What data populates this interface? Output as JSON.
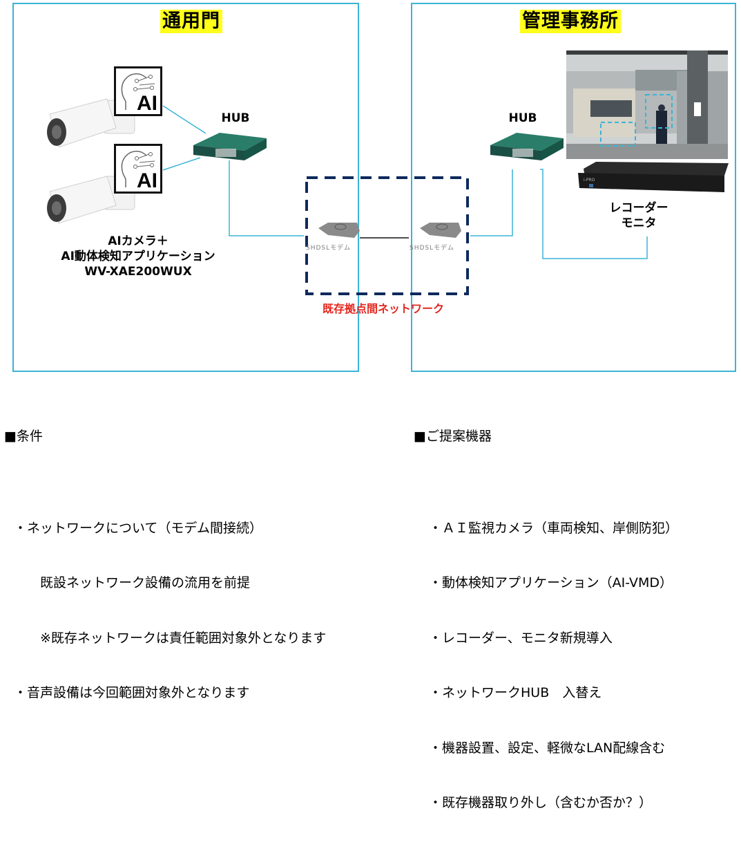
{
  "zones": {
    "left": {
      "title": "通用門"
    },
    "right": {
      "title": "管理事務所"
    }
  },
  "devices": {
    "hub_left_label": "HUB",
    "hub_right_label": "HUB",
    "ai_badge_text": "AI",
    "camera_caption": [
      "AIカメラ＋",
      "AI動体検知アプリケーション",
      "WV-XAE200WUX"
    ],
    "modem_label": "SHDSLモデム",
    "recorder_caption": [
      "レコーダー",
      "モニタ"
    ],
    "recorder_brand": "i-PRO"
  },
  "network": {
    "label": "既存拠点間ネットワーク"
  },
  "colors": {
    "zone_border": "#3ab4d6",
    "title_highlight": "#ffff1a",
    "network_label": "#e3271f",
    "network_box": "#0d2a5c",
    "hub_body": "#1f6b5a"
  },
  "conditions": {
    "heading": "■条件",
    "lines": [
      "・ネットワークについて（モデム間接続）",
      "　　既設ネットワーク設備の流用を前提",
      "　　※既存ネットワークは責任範囲対象外となります",
      "・音声設備は今回範囲対象外となります"
    ]
  },
  "proposal": {
    "heading": "■ご提案機器",
    "lines": [
      "・ＡＩ監視カメラ（車両検知、岸側防犯）",
      "・動体検知アプリケーション（AI-VMD）",
      "・レコーダー、モニタ新規導入",
      "・ネットワークHUB　入替え",
      "・機器設置、設定、軽微なLAN配線含む",
      "・既存機器取り外し（含むか否か？）"
    ]
  }
}
